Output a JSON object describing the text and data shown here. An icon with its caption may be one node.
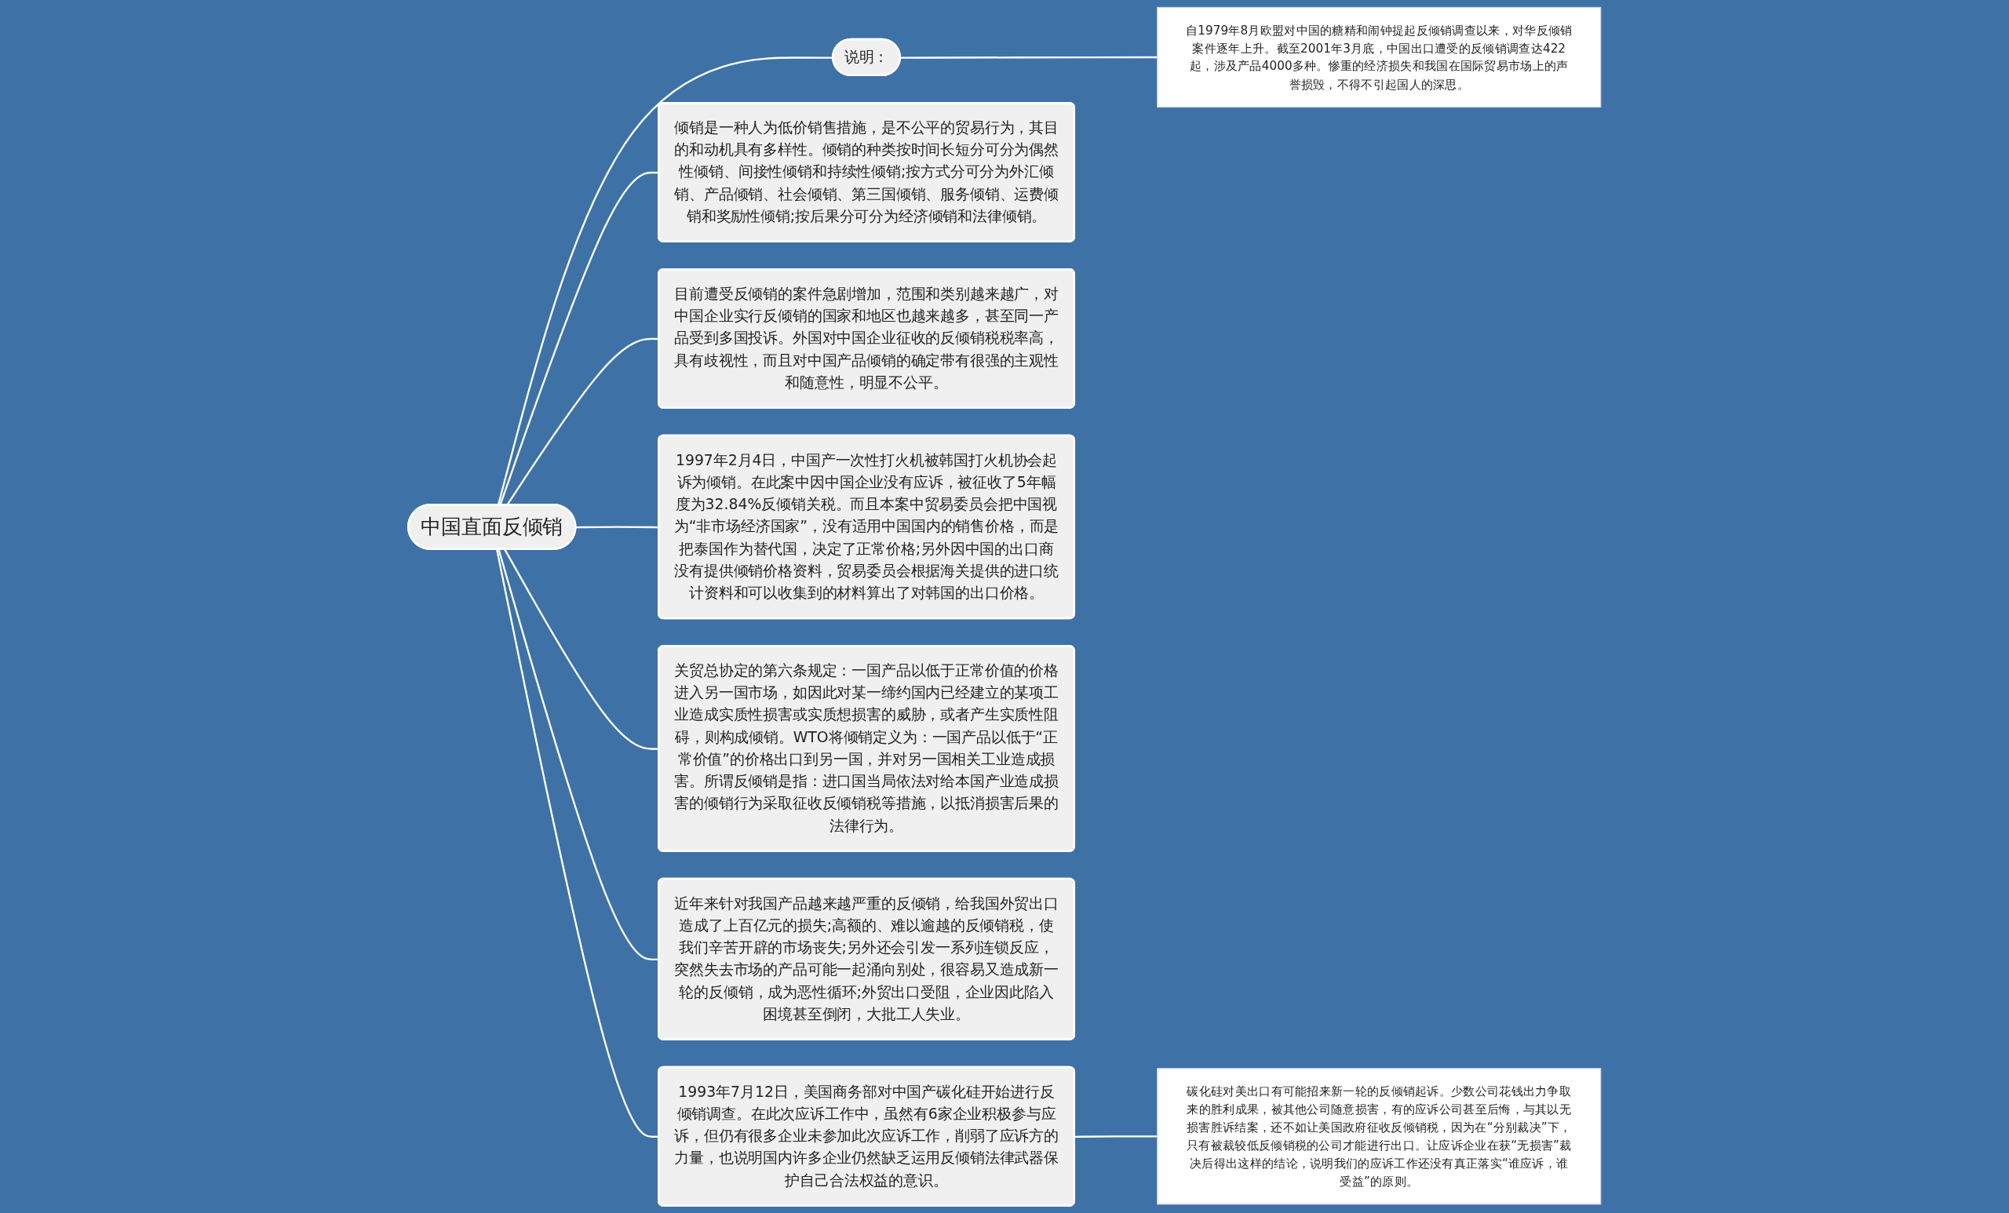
{
  "diagram": {
    "nodes": [
      {
        "text": [
          "中国直面反倾销"
        ]
      },
      {
        "text": [
          "说明："
        ]
      },
      {
        "text": [
          "自1979年8月欧盟对中国的糖精和闹钟提起反倾销调查以来，对华反倾销案件逐年上升。截至2001年3月底，中国出口遭受的反倾销调查达422起，涉及产品4000多种。惨重的经济损失和我国在国际贸易市场上的声誉损毁，不得不引起国人的深思。"
        ]
      },
      {
        "text": [
          "倾销是一种人为低价销售措施，是不公平的贸易行为，其目的和动机具有多样性。倾销的种类按时间长短分可分为偶然性倾销、间接性倾销和持续性倾销;按方式分可分为外汇倾销、产品倾销、社会倾销、第三国倾销、服务倾销、运费倾销和奖励性倾销;按后果分可分为经济倾销和法律倾销。"
        ]
      },
      {
        "text": [
          "目前遭受反倾销的案件急剧增加，范围和类别越来越广，对中国企业实行反倾销的国家和地区也越来越多，甚至同一产品受到多国投诉。外国对中国企业征收的反倾销税税率高，具有歧视性，而且对中国产品倾销的确定带有很强的主观性和随意性，明显不公平。"
        ]
      },
      {
        "text": [
          "1997年2月4日，中国产一次性打火机被韩国打火机协会起诉为倾销。在此案中因中国企业没有应诉，被征收了5年幅度为32.84%反倾销关税。而且本案中贸易委员会把中国视为“非市场经济国家”，没有适用中国国内的销售价格，而是把泰国作为替代国，决定了正常价格;另外因中国的出口商没有提供倾销价格资料，贸易委员会根据海关提供的进口统计资料和可以收集到的材料算出了对韩国的出口价格。"
        ]
      },
      {
        "text": [
          "关贸总协定的第六条规定：一国产品以低于正常价值的价格进入另一国市场，如因此对某一缔约国内已经建立的某项工业造成实质性损害或实质想损害的威胁，或者产生实质性阻碍，则构成倾销。WTO将倾销定义为：一国产品以低于“正常价值”的价格出口到另一国，并对另一国相关工业造成损害。所谓反倾销是指：进口国当局依法对给本国产业造成损害的倾销行为采取征收反倾销税等措施，以抵消损害后果的法律行为。"
        ]
      },
      {
        "text": [
          "近年来针对我国产品越来越严重的反倾销，给我国外贸出口造成了上百亿元的损失;高额的、难以逾越的反倾销税，使我们辛苦开辟的市场丧失;另外还会引发一系列连锁反应，突然失去市场的产品可能一起涌向别处，很容易又造成新一轮的反倾销，成为恶性循环;外贸出口受阻，企业因此陷入困境甚至倒闭，大批工人失业。"
        ]
      },
      {
        "text": [
          "1993年7月12日，美国商务部对中国产碳化硅开始进行反倾销调查。在此次应诉工作中，虽然有6家企业积极参与应诉，但仍有很多企业未参加此次应诉工作，削弱了应诉方的力量，也说明国内许多企业仍然缺乏运用反倾销法律武器保护自己合法权益的意识。"
        ]
      },
      {
        "text": [
          "碳化硅对美出口有可能招来新一轮的反倾销起诉。少数公司花钱出力争取来的胜利成果，被其他公司随意损害，有的应诉公司甚至后悔，与其以无损害胜诉结案，还不如让美国政府征收反倾销税，因为在“分别裁决”下，只有被裁较低反倾销税的公司才能进行出口。让应诉企业在获“无损害”裁决后得出这样的结论，说明我们的应诉工作还没有真正落实“谁应诉，谁受益”的原则。"
        ]
      }
    ],
    "edges": [
      {
        "from": 0,
        "to": 1,
        "arrow": "none"
      },
      {
        "from": 1,
        "to": 2,
        "arrow": "none"
      },
      {
        "from": 0,
        "to": 3,
        "arrow": "none"
      },
      {
        "from": 0,
        "to": 4,
        "arrow": "none"
      },
      {
        "from": 0,
        "to": 5,
        "arrow": "none"
      },
      {
        "from": 0,
        "to": 6,
        "arrow": "none"
      },
      {
        "from": 0,
        "to": 7,
        "arrow": "none"
      },
      {
        "from": 0,
        "to": 8,
        "arrow": "none"
      },
      {
        "from": 8,
        "to": 9,
        "arrow": "none"
      }
    ]
  }
}
